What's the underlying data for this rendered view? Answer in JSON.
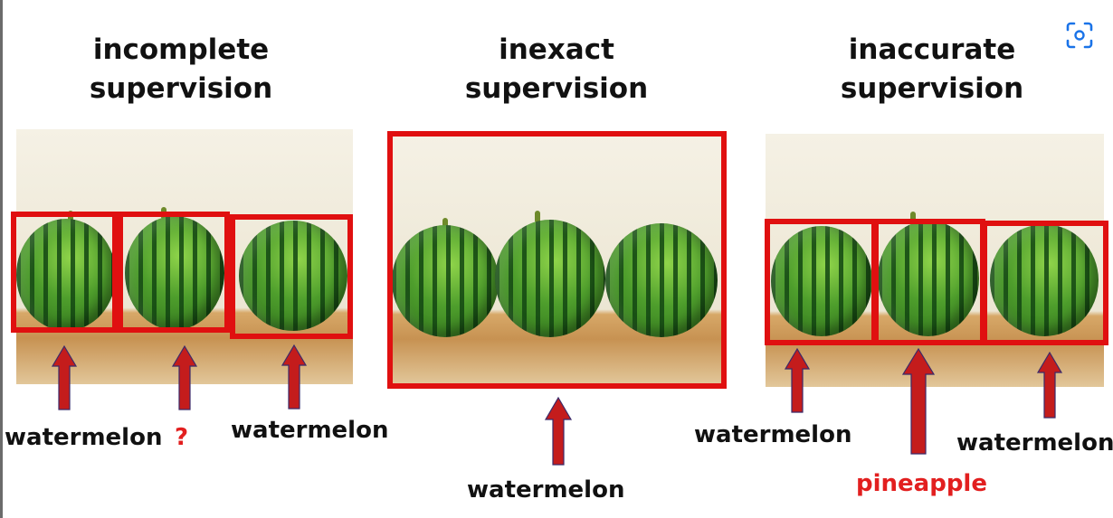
{
  "panels": [
    {
      "title_line1": "incomplete",
      "title_line2": "supervision"
    },
    {
      "title_line1": "inexact",
      "title_line2": "supervision"
    },
    {
      "title_line1": "inaccurate",
      "title_line2": "supervision"
    }
  ],
  "labels": {
    "p1_left": "watermelon",
    "p1_mid": "?",
    "p1_right": "watermelon",
    "p2": "watermelon",
    "p3_left": "watermelon",
    "p3_mid": "pineapple",
    "p3_right": "watermelon"
  },
  "colors": {
    "box": "#e01010",
    "arrow": "#c41c1c",
    "arrow_outline": "#3a2a6a",
    "wrong_label": "#e21f1f",
    "icon": "#1a73e8"
  },
  "icons": {
    "corner": "focus-lens-icon"
  }
}
